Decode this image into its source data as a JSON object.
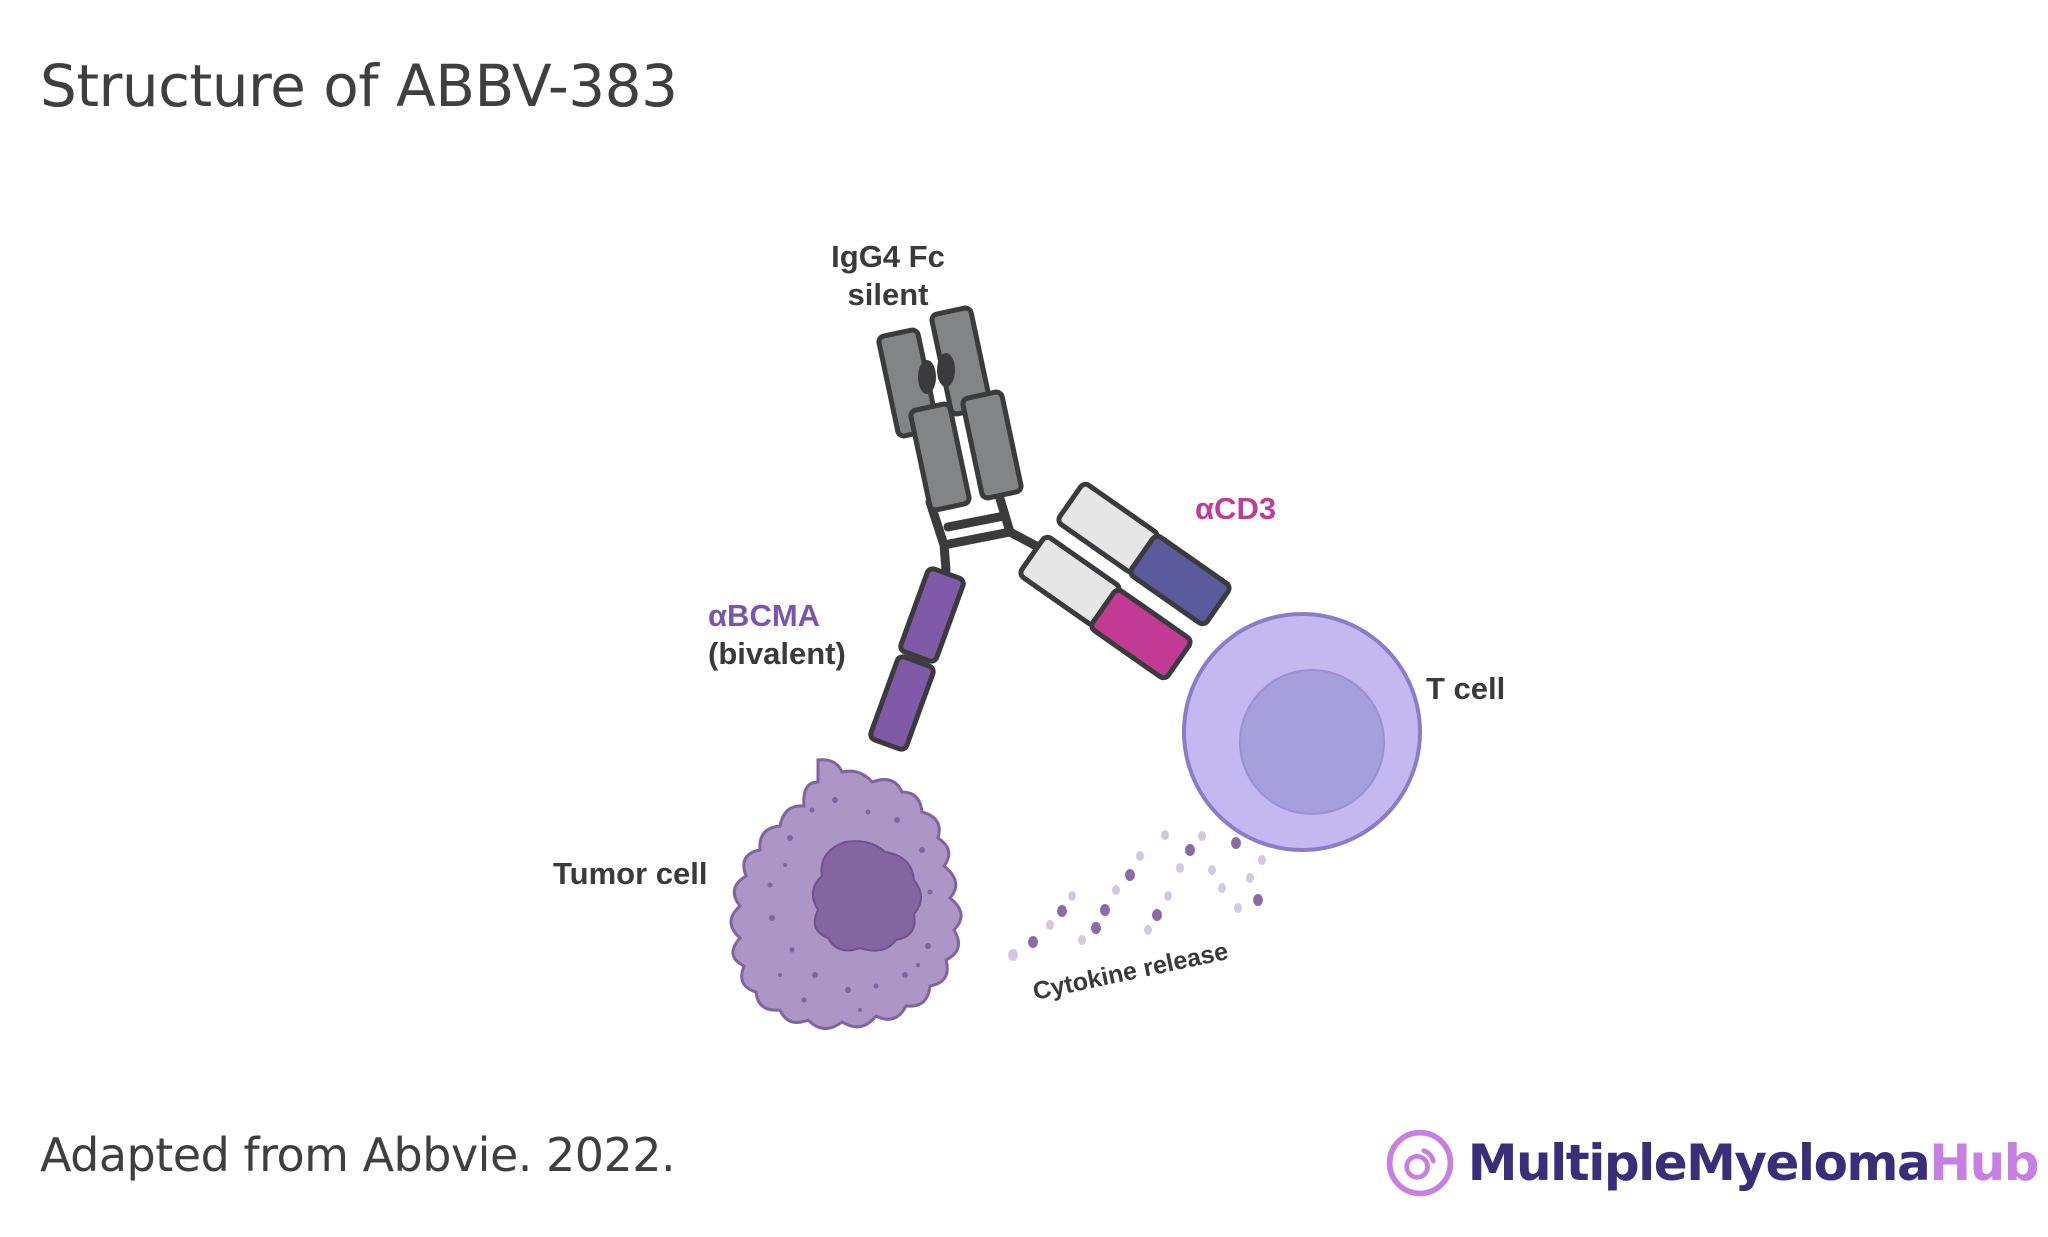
{
  "title": "Structure of ABBV-383",
  "labels": {
    "fc_line1": "IgG4 Fc",
    "fc_line2": "silent",
    "acd3": "αCD3",
    "abcma_line1": "αBCMA",
    "abcma_line2": "(bivalent)",
    "t_cell": "T cell",
    "tumor_cell": "Tumor cell",
    "cytokine": "Cytokine release"
  },
  "credit": "Adapted from Abbvie. 2022.",
  "logo": {
    "main": "MultipleMyeloma",
    "accent": "Hub",
    "icon": "cell-ring-icon"
  },
  "colors": {
    "fc_gray": "#828486",
    "outline": "#3b3b3d",
    "bcma_purple": "#7e5aa9",
    "cd3_light": "#e6e6e6",
    "cd3_blue": "#5a5a9c",
    "cd3_pink": "#c33a95",
    "t_cell_outer": "#c4b8f1",
    "t_cell_inner": "#a79fdc",
    "tumor_body": "#ad96c6",
    "tumor_nucleus": "#83659f",
    "text_purple": "#7a55b0",
    "text_pink": "#c43b95",
    "logo_navy": "#3a2e7a",
    "logo_lilac": "#c87fe3"
  }
}
